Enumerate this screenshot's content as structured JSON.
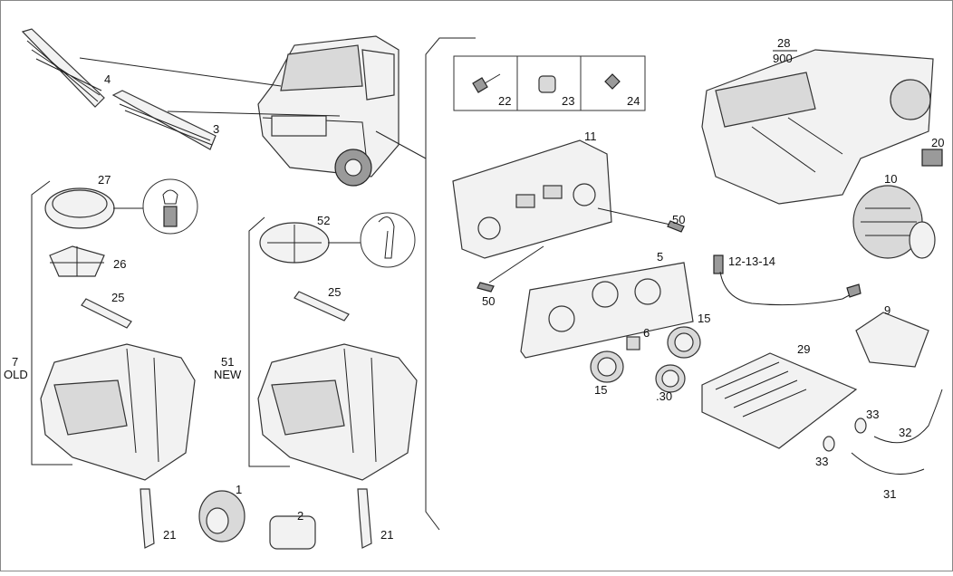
{
  "callouts": {
    "c4": "4",
    "c3": "3",
    "c27": "27",
    "c26": "26",
    "c25a": "25",
    "c7": "7",
    "old": "OLD",
    "c21a": "21",
    "c1": "1",
    "c2": "2",
    "c52": "52",
    "c25b": "25",
    "c51": "51",
    "new": "NEW",
    "c21b": "21",
    "c22": "22",
    "c23": "23",
    "c24": "24",
    "c11": "11",
    "c50a": "50",
    "c50b": "50",
    "c5": "5",
    "c6": "6",
    "c15a": "15",
    "c15b": "15",
    "c30": ".30",
    "c28": "28",
    "c900": "900",
    "c20": "20",
    "c10": "10",
    "c121314": "12-13-14",
    "c9": "9",
    "c29": "29",
    "c33a": "33",
    "c33b": "33",
    "c32": "32",
    "c31": "31"
  }
}
